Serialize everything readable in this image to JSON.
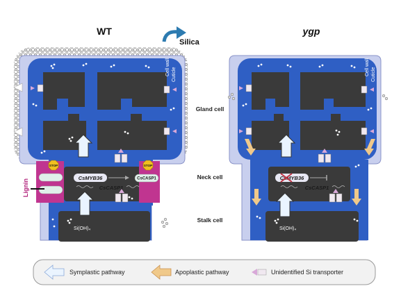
{
  "panels": {
    "wt": {
      "title": "WT"
    },
    "mutant": {
      "title": "ygp"
    }
  },
  "labels": {
    "silica": "Silica",
    "cell_wall": "Cell wall",
    "cuticle": "Cuticle",
    "gland_cell": "Gland cell",
    "neck_cell": "Neck cell",
    "stalk_cell": "Stalk cell",
    "lignin": "Lignin",
    "stop": "STOP",
    "si_oh4": "Si(OH)₄"
  },
  "genes": {
    "myb36": "CsMYB36",
    "casp1": "CsCASP1",
    "casp1_small": "CsCASP1"
  },
  "legend": {
    "symplastic": "Symplastic pathway",
    "apoplastic": "Apoplastic pathway",
    "transporter": "Unidentified Si transporter"
  },
  "colors": {
    "cell_blue": "#2f5fc4",
    "cell_dark": "#3a3a3a",
    "wall_light": "#c8cfee",
    "lignin": "#c03590",
    "stop": "#f0c020",
    "apoplastic": "#f0c98a",
    "symplastic": "#ddeeff",
    "transporter": "#d8a8d8"
  }
}
